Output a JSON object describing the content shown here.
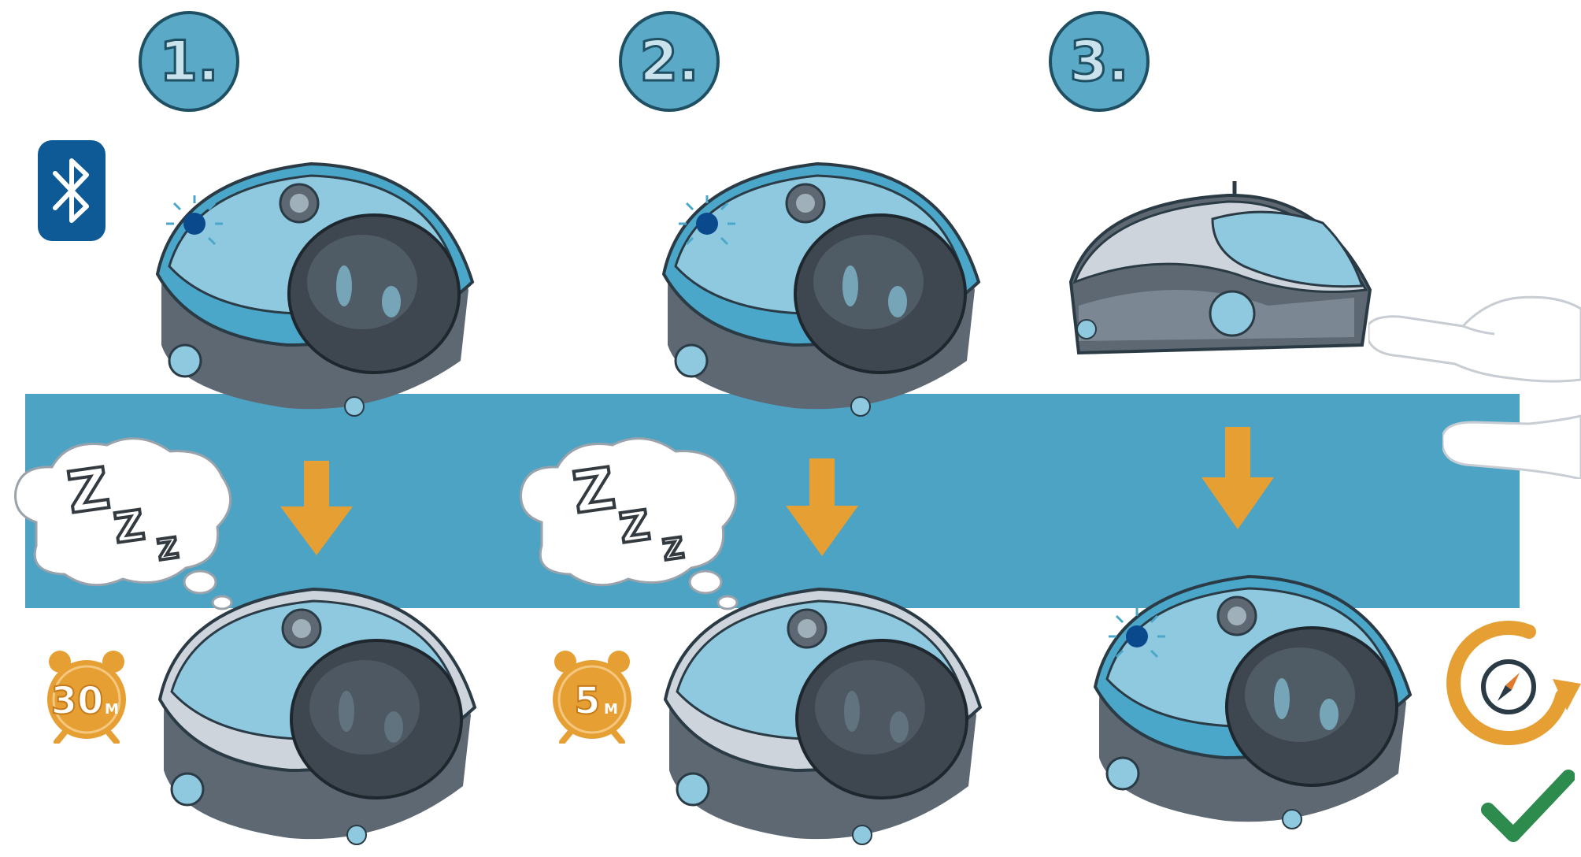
{
  "steps": [
    {
      "label": "1."
    },
    {
      "label": "2."
    },
    {
      "label": "3."
    }
  ],
  "timers": [
    {
      "value": "30",
      "unit": "M"
    },
    {
      "value": "5",
      "unit": "M"
    }
  ],
  "sleep_text": {
    "z1": "Z",
    "z2": "Z",
    "z3": "Z"
  },
  "colors": {
    "band": "#4da3c4",
    "arrow": "#e69f33",
    "badge": "#5aa9c6",
    "bluetooth": "#0d5a96",
    "check": "#2e8b4e",
    "led": "#0a4a8c"
  },
  "icons": [
    "bluetooth-icon",
    "alarm-clock-icon",
    "compass-icon",
    "refresh-icon",
    "checkmark-icon",
    "pointing-hand-icon"
  ]
}
